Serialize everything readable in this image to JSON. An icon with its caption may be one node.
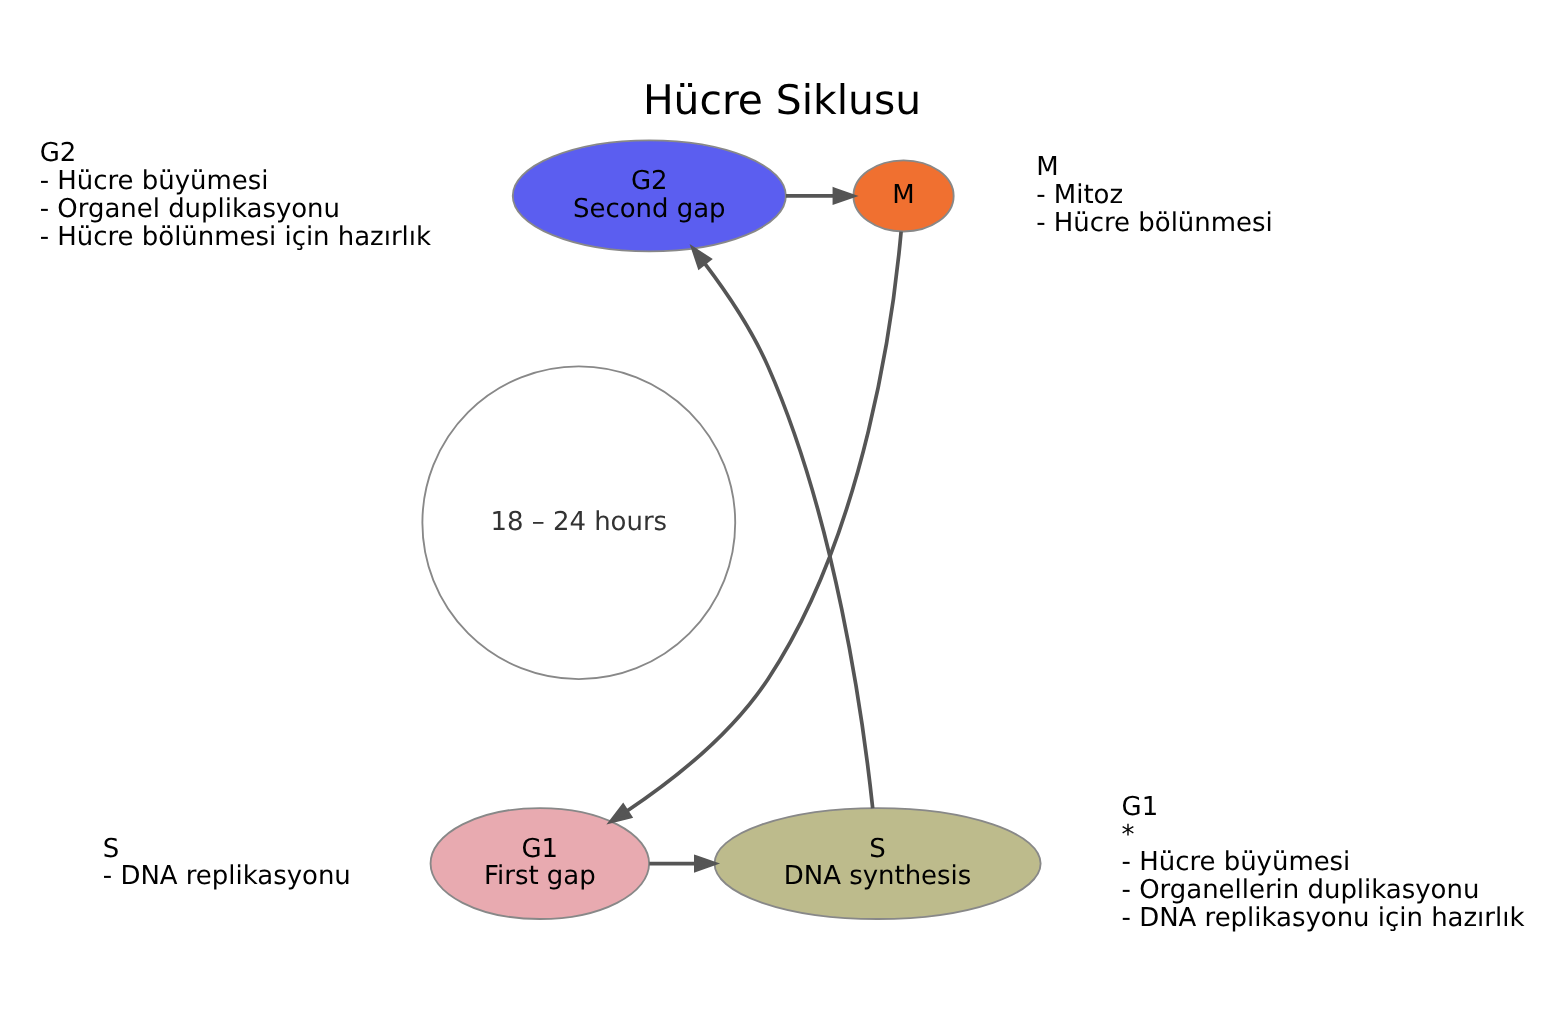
{
  "diagram": {
    "title": "Hücre Siklusu",
    "nodes": [
      {
        "text": [
          "G2",
          "Second gap"
        ]
      },
      {
        "text": [
          "M"
        ]
      },
      {
        "text": [
          "G1",
          "First gap"
        ]
      },
      {
        "text": [
          "S",
          "DNA synthesis"
        ]
      },
      {
        "text": [
          "18 – 24 hours"
        ]
      }
    ],
    "edges": [
      {
        "from": 0,
        "to": 1,
        "arrow": "to"
      },
      {
        "from": 1,
        "to": 2,
        "arrow": "to"
      },
      {
        "from": 2,
        "to": 3,
        "arrow": "to"
      },
      {
        "from": 3,
        "to": 0,
        "arrow": "to"
      }
    ],
    "labels": [
      "G2",
      "- Hücre büyümesi",
      "- Organel duplikasyonu",
      "- Hücre bölünmesi için hazırlık",
      "M",
      "- Mitoz",
      "- Hücre bölünmesi",
      "G1",
      "*",
      "- Hücre büyümesi",
      "- Organellerin duplikasyonu",
      "- DNA replikasyonu için hazırlık",
      "S",
      "- DNA replikasyonu"
    ]
  }
}
